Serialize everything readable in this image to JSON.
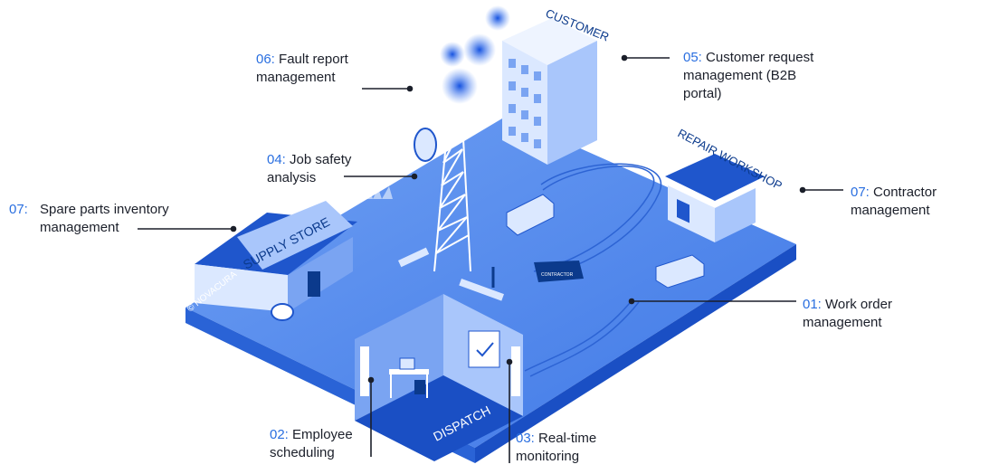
{
  "callouts": [
    {
      "id": "c07a",
      "number": "07:",
      "text": "Spare parts inventory\nmanagement"
    },
    {
      "id": "c06",
      "number": "06:",
      "text": "Fault report\nmanagement"
    },
    {
      "id": "c04",
      "number": "04:",
      "text": "Job safety\nanalysis"
    },
    {
      "id": "c05",
      "number": "05:",
      "text": "Customer request\nmanagement (B2B\nportal)"
    },
    {
      "id": "c07b",
      "number": "07:",
      "text": "Contractor\nmanagement"
    },
    {
      "id": "c01",
      "number": "01:",
      "text": "Work order\nmanagement"
    },
    {
      "id": "c02",
      "number": "02:",
      "text": "Employee\nscheduling"
    },
    {
      "id": "c03",
      "number": "03:",
      "text": "Real-time\nmonitoring"
    }
  ],
  "building_signs": {
    "customer": "CUSTOMER",
    "repair_workshop": "REPAIR WORKSHOP",
    "supply_store": "SUPPLY STORE",
    "dispatch": "DISPATCH",
    "copyright": "© NOVACURA",
    "truck": "CONTRACTOR"
  },
  "colors": {
    "number_blue": "#2a6fe0",
    "ground": "#4f86ec",
    "ground_side": "#1f56cc",
    "building_light": "#dbe8ff",
    "text": "#1b1f2a"
  }
}
